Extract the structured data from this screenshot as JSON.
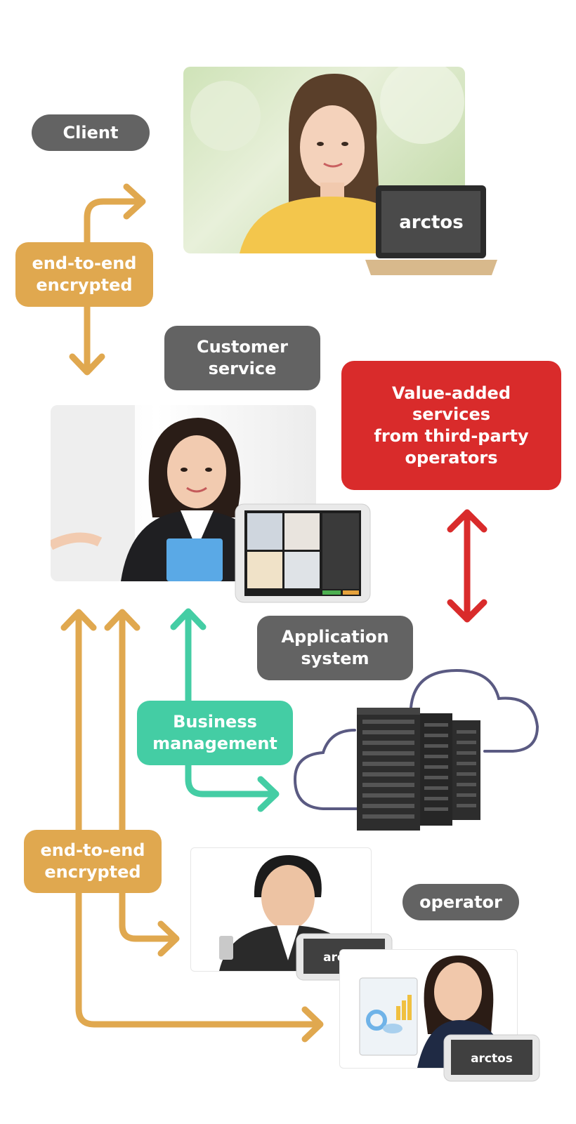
{
  "labels": {
    "client": "Client",
    "encrypted_top": [
      "end-to-end",
      "encrypted"
    ],
    "customer_service": [
      "Customer",
      "service"
    ],
    "value_added": [
      "Value-added",
      "services",
      "from third-party",
      "operators"
    ],
    "application_system": [
      "Application",
      "system"
    ],
    "business_management": [
      "Business",
      "management"
    ],
    "encrypted_bottom": [
      "end-to-end",
      "encrypted"
    ],
    "operator": "operator"
  },
  "brand": {
    "logo_text": "arctos"
  },
  "colors": {
    "label_grey": "#636363",
    "encrypted_orange": "#e0a84f",
    "business_green": "#44cda4",
    "value_added_red": "#d92b2b",
    "cloud_outline": "#5a5a82"
  },
  "icons": [
    "laptop-icon",
    "tablet-icon",
    "phone-icon",
    "server-rack-icon",
    "cloud-icon",
    "arrow-icon"
  ]
}
